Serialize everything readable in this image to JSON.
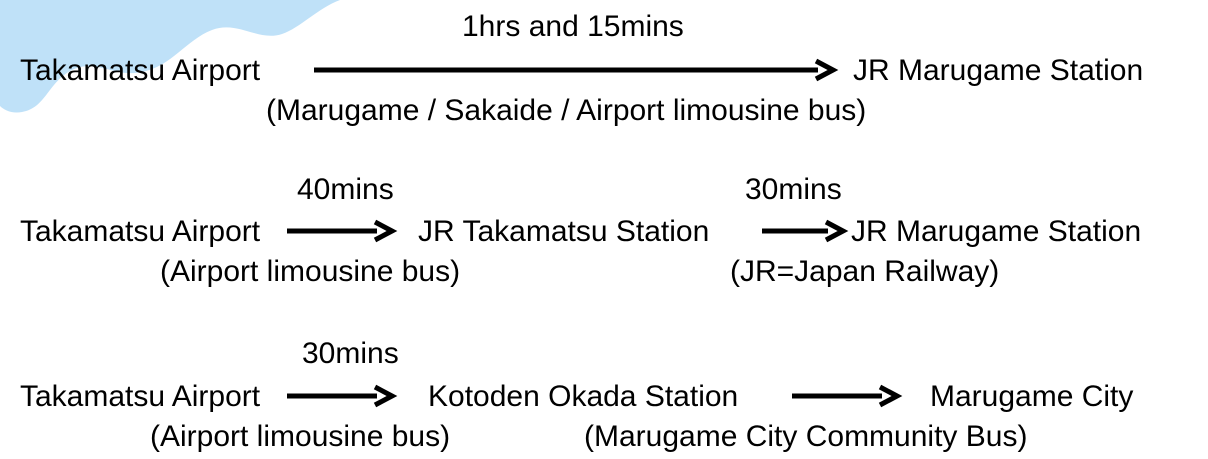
{
  "route1": {
    "duration": "1hrs and 15mins",
    "from": "Takamatsu Airport",
    "to": "JR Marugame Station",
    "via": "(Marugame / Sakaide / Airport limousine bus)"
  },
  "route2": {
    "leg1_duration": "40mins",
    "leg2_duration": "30mins",
    "from": "Takamatsu Airport",
    "mid": "JR Takamatsu Station",
    "to": "JR Marugame Station",
    "leg1_via": "(Airport limousine bus)",
    "leg2_via": "(JR=Japan Railway)"
  },
  "route3": {
    "leg1_duration": "30mins",
    "from": "Takamatsu Airport",
    "mid": "Kotoden Okada Station",
    "to": "Marugame City",
    "leg1_via": "(Airport limousine bus)",
    "leg2_via": "(Marugame City Community Bus)"
  },
  "colors": {
    "background_blob": "#bfe1f8",
    "arrow": "#000000",
    "text": "#000000"
  }
}
